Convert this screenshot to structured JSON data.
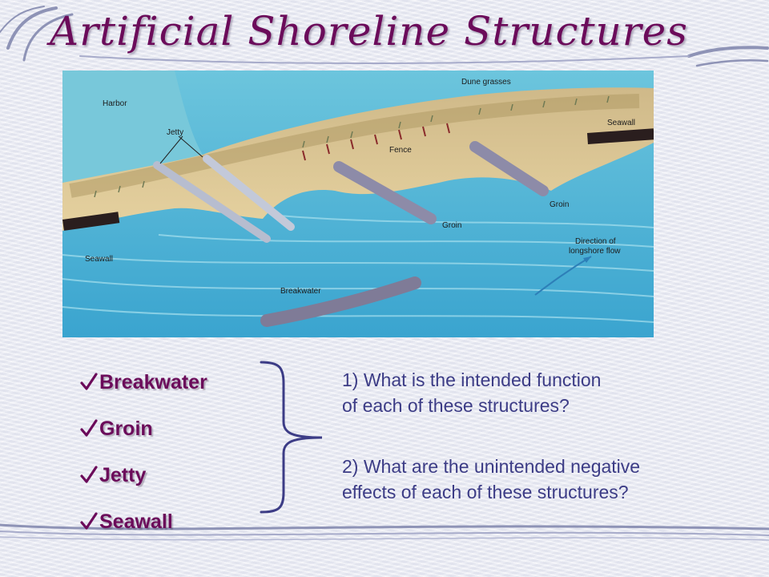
{
  "title": "Artificial Shoreline Structures",
  "figure_labels": {
    "harbor": "Harbor",
    "dune_grasses": "Dune grasses",
    "jetty": "Jetty",
    "seawall_right": "Seawall",
    "fence": "Fence",
    "groin_1": "Groin",
    "groin_2": "Groin",
    "seawall_left": "Seawall",
    "breakwater": "Breakwater",
    "flow_line1": "Direction of",
    "flow_line2": "longshore flow"
  },
  "bullets": [
    {
      "label": "Breakwater"
    },
    {
      "label": "Groin"
    },
    {
      "label": "Jetty"
    },
    {
      "label": "Seawall"
    }
  ],
  "questions": [
    {
      "line1": "1) What is the intended function",
      "line2": "of each of these structures?"
    },
    {
      "line1": "2) What are the unintended negative",
      "line2": "effects of each of these structures?"
    }
  ],
  "colors": {
    "title": "#6b0b5a",
    "bullet": "#6b0b5a",
    "question": "#3c3c86",
    "check": "#6b0b5a"
  },
  "icons": {
    "bullet_icon": "check-icon"
  }
}
